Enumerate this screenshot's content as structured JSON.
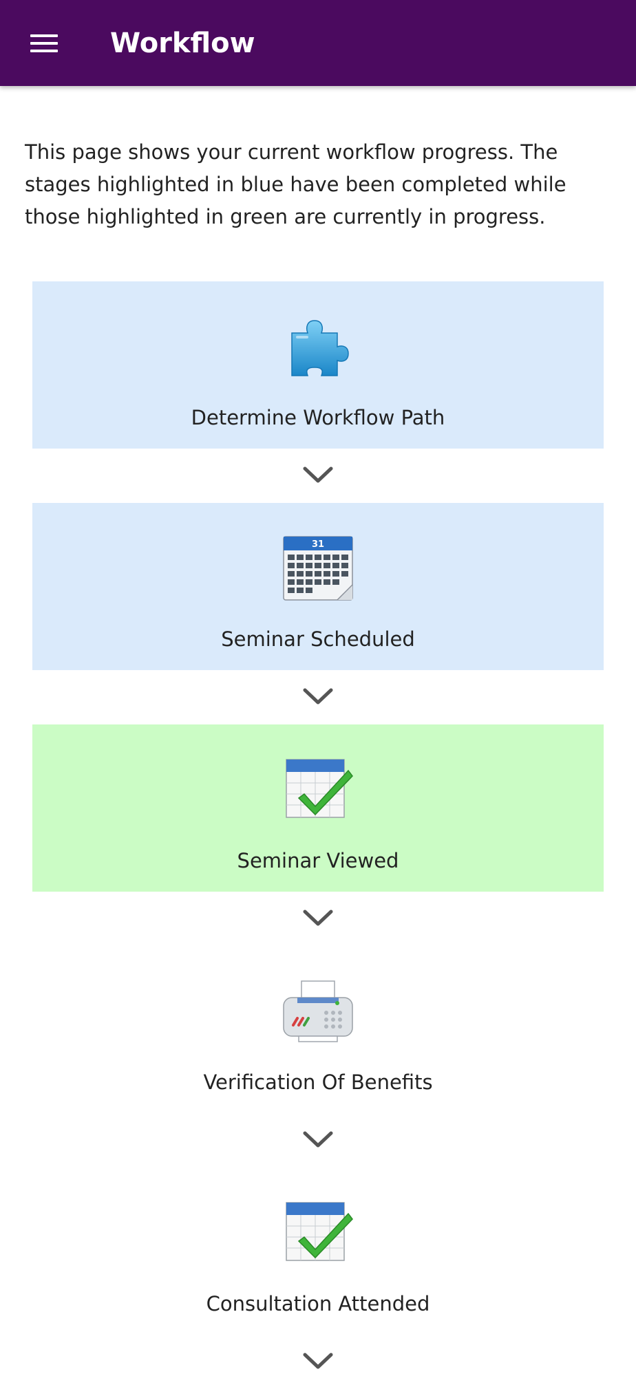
{
  "app_bar": {
    "title": "Workflow",
    "menu_icon": "hamburger-menu-icon"
  },
  "intro_text": "This page shows your current workflow progress. The stages highlighted in blue have been completed while those highlighted in green are currently in progress.",
  "colors": {
    "app_bar": "#4b0a5f",
    "completed": "#daeafb",
    "in_progress": "#cbfcc5"
  },
  "stages": [
    {
      "label": "Determine Workflow Path",
      "status": "completed",
      "icon": "puzzle-piece-icon"
    },
    {
      "label": "Seminar Scheduled",
      "status": "completed",
      "icon": "calendar-icon"
    },
    {
      "label": "Seminar Viewed",
      "status": "in-progress",
      "icon": "calendar-check-icon"
    },
    {
      "label": "Verification Of Benefits",
      "status": "pending",
      "icon": "fax-machine-icon"
    },
    {
      "label": "Consultation Attended",
      "status": "pending",
      "icon": "calendar-check-icon"
    }
  ]
}
